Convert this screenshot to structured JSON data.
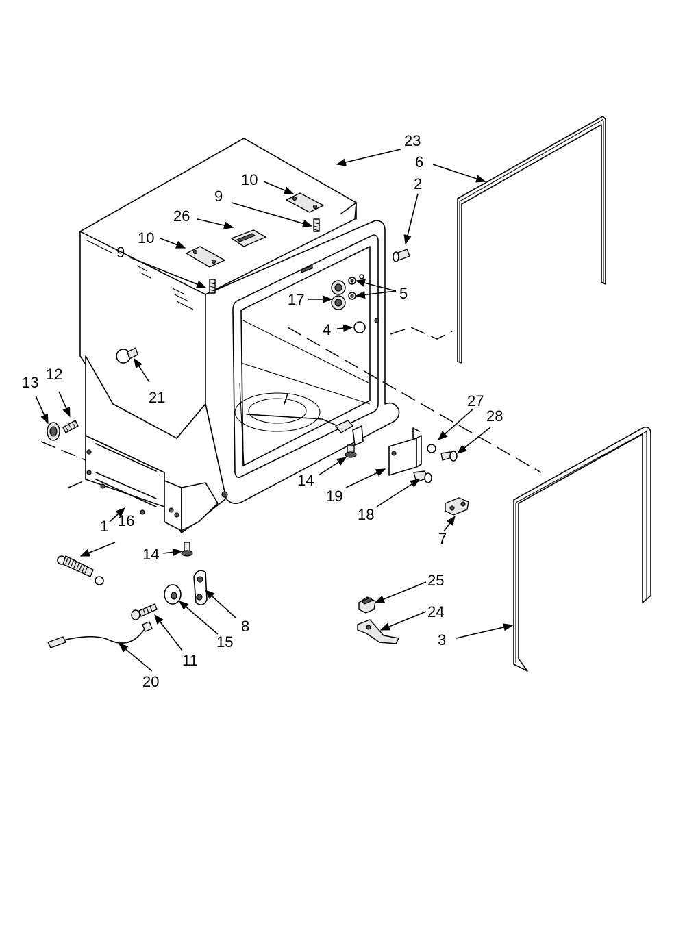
{
  "diagram": {
    "labels": [
      {
        "id": "lbl-23",
        "text": "23"
      },
      {
        "id": "lbl-6",
        "text": "6"
      },
      {
        "id": "lbl-2",
        "text": "2"
      },
      {
        "id": "lbl-10a",
        "text": "10"
      },
      {
        "id": "lbl-9a",
        "text": "9"
      },
      {
        "id": "lbl-26",
        "text": "26"
      },
      {
        "id": "lbl-10b",
        "text": "10"
      },
      {
        "id": "lbl-9b",
        "text": "9"
      },
      {
        "id": "lbl-5",
        "text": "5"
      },
      {
        "id": "lbl-17",
        "text": "17"
      },
      {
        "id": "lbl-4",
        "text": "4"
      },
      {
        "id": "lbl-13",
        "text": "13"
      },
      {
        "id": "lbl-12",
        "text": "12"
      },
      {
        "id": "lbl-21",
        "text": "21"
      },
      {
        "id": "lbl-27",
        "text": "27"
      },
      {
        "id": "lbl-28",
        "text": "28"
      },
      {
        "id": "lbl-14a",
        "text": "14"
      },
      {
        "id": "lbl-19",
        "text": "19"
      },
      {
        "id": "lbl-18",
        "text": "18"
      },
      {
        "id": "lbl-1",
        "text": "1"
      },
      {
        "id": "lbl-16",
        "text": "16"
      },
      {
        "id": "lbl-14b",
        "text": "14"
      },
      {
        "id": "lbl-7",
        "text": "7"
      },
      {
        "id": "lbl-25",
        "text": "25"
      },
      {
        "id": "lbl-8",
        "text": "8"
      },
      {
        "id": "lbl-24",
        "text": "24"
      },
      {
        "id": "lbl-15",
        "text": "15"
      },
      {
        "id": "lbl-3",
        "text": "3"
      },
      {
        "id": "lbl-11",
        "text": "11"
      },
      {
        "id": "lbl-20",
        "text": "20"
      }
    ]
  }
}
